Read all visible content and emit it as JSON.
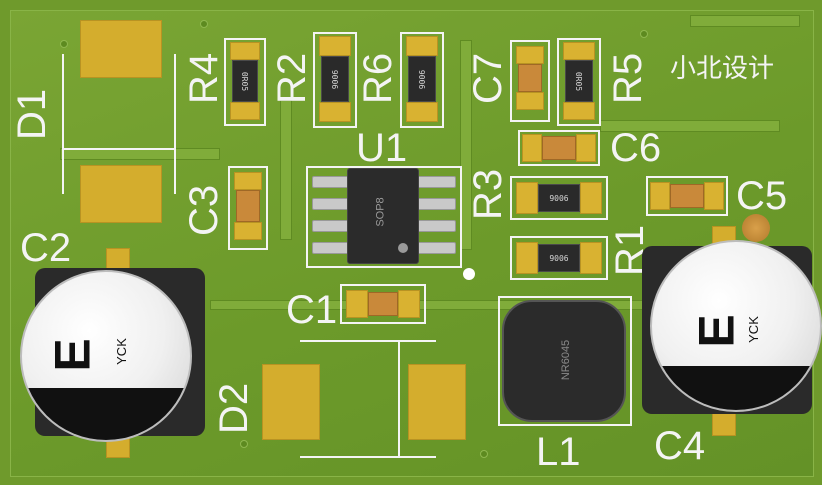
{
  "board": {
    "title_cn": "小北设计",
    "colors": {
      "board": "#6f9a2c",
      "silk": "#f4f4f4",
      "pad": "#d4ad2d"
    }
  },
  "labels": {
    "d1": "D1",
    "d2": "D2",
    "r1": "R1",
    "r2": "R2",
    "r3": "R3",
    "r4": "R4",
    "r5": "R5",
    "r6": "R6",
    "c1": "C1",
    "c2": "C2",
    "c3": "C3",
    "c4": "C4",
    "c5": "C5",
    "c6": "C6",
    "c7": "C7",
    "u1": "U1",
    "l1": "L1"
  },
  "markings": {
    "r4": "0R05",
    "r2": "9006",
    "r6": "9006",
    "r5": "0R05",
    "r3": "9006",
    "r1": "9006",
    "u1_package": "SOP8",
    "l1_part": "NR6045",
    "c2_letter": "E",
    "c2_brand": "YCK",
    "c4_letter": "E",
    "c4_brand": "YCK"
  }
}
